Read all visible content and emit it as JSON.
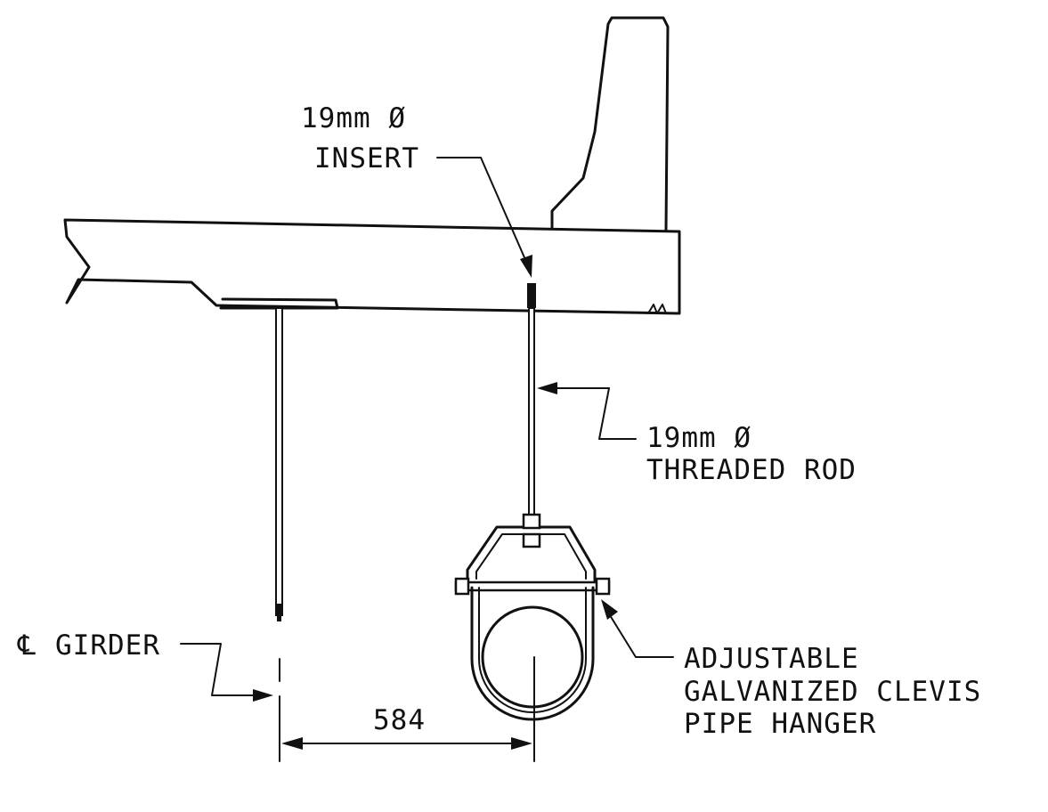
{
  "labels": {
    "insert_size": "19mm Ø",
    "insert_name": "INSERT",
    "rod_size": "19mm Ø",
    "rod_name": "THREADED ROD",
    "centerline_symbol": "℄",
    "centerline_name": "GIRDER",
    "hanger_line1": "ADJUSTABLE",
    "hanger_line2": "GALVANIZED CLEVIS",
    "hanger_line3": "PIPE HANGER",
    "dimension": "584"
  },
  "colors": {
    "line": "#111111",
    "background": "#ffffff"
  }
}
